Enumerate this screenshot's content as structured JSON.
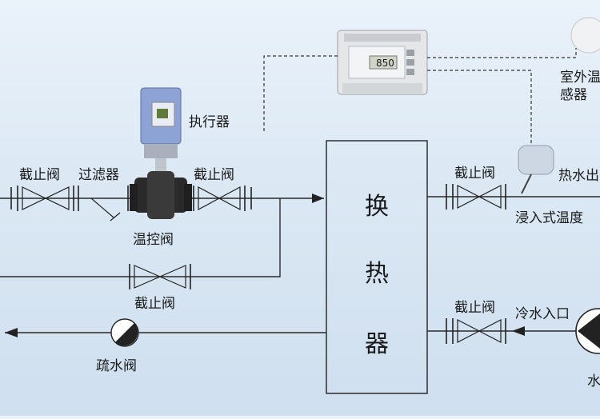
{
  "labels": {
    "actuator": "执行器",
    "stop_valve_1": "截止阀",
    "filter": "过滤器",
    "stop_valve_2": "截止阀",
    "temp_valve": "温控阀",
    "stop_valve_bypass": "截止阀",
    "drain_valve": "疏水阀",
    "hx_1": "换",
    "hx_2": "热",
    "hx_3": "器",
    "stop_valve_out": "截止阀",
    "hot_water": "热水出",
    "immersion_sensor": "浸入式温度",
    "stop_valve_cold": "截止阀",
    "cold_water_in": "冷水入口",
    "outdoor_1": "室外温",
    "outdoor_2": "感器",
    "pump_char": "水",
    "lcd": "850"
  },
  "colors": {
    "pipe": "#2a2a2a",
    "actuator_body": "#8da3d6",
    "controller_body": "#e6e8ea",
    "sensor_body": "#cdd7e3"
  }
}
